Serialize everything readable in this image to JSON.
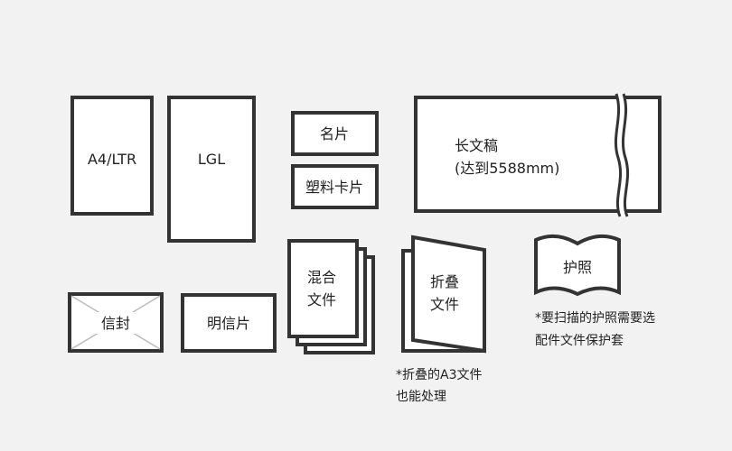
{
  "items": {
    "a4": "A4/LTR",
    "lgl": "LGL",
    "business_card": "名片",
    "plastic_card": "塑料卡片",
    "long_doc_line1": "长文稿",
    "long_doc_line2": "(达到5588mm)",
    "envelope": "信封",
    "postcard": "明信片",
    "mixed_line1": "混合",
    "mixed_line2": "文件",
    "folded_line1": "折叠",
    "folded_line2": "文件",
    "passport": "护照"
  },
  "notes": {
    "folded_line1": "*折叠的A3文件",
    "folded_line2": "也能处理",
    "passport_line1": "*要扫描的护照需要选",
    "passport_line2": "配件文件保护套"
  },
  "colors": {
    "stroke": "#333333",
    "background": "#f2f2f2",
    "paper": "#ffffff"
  }
}
